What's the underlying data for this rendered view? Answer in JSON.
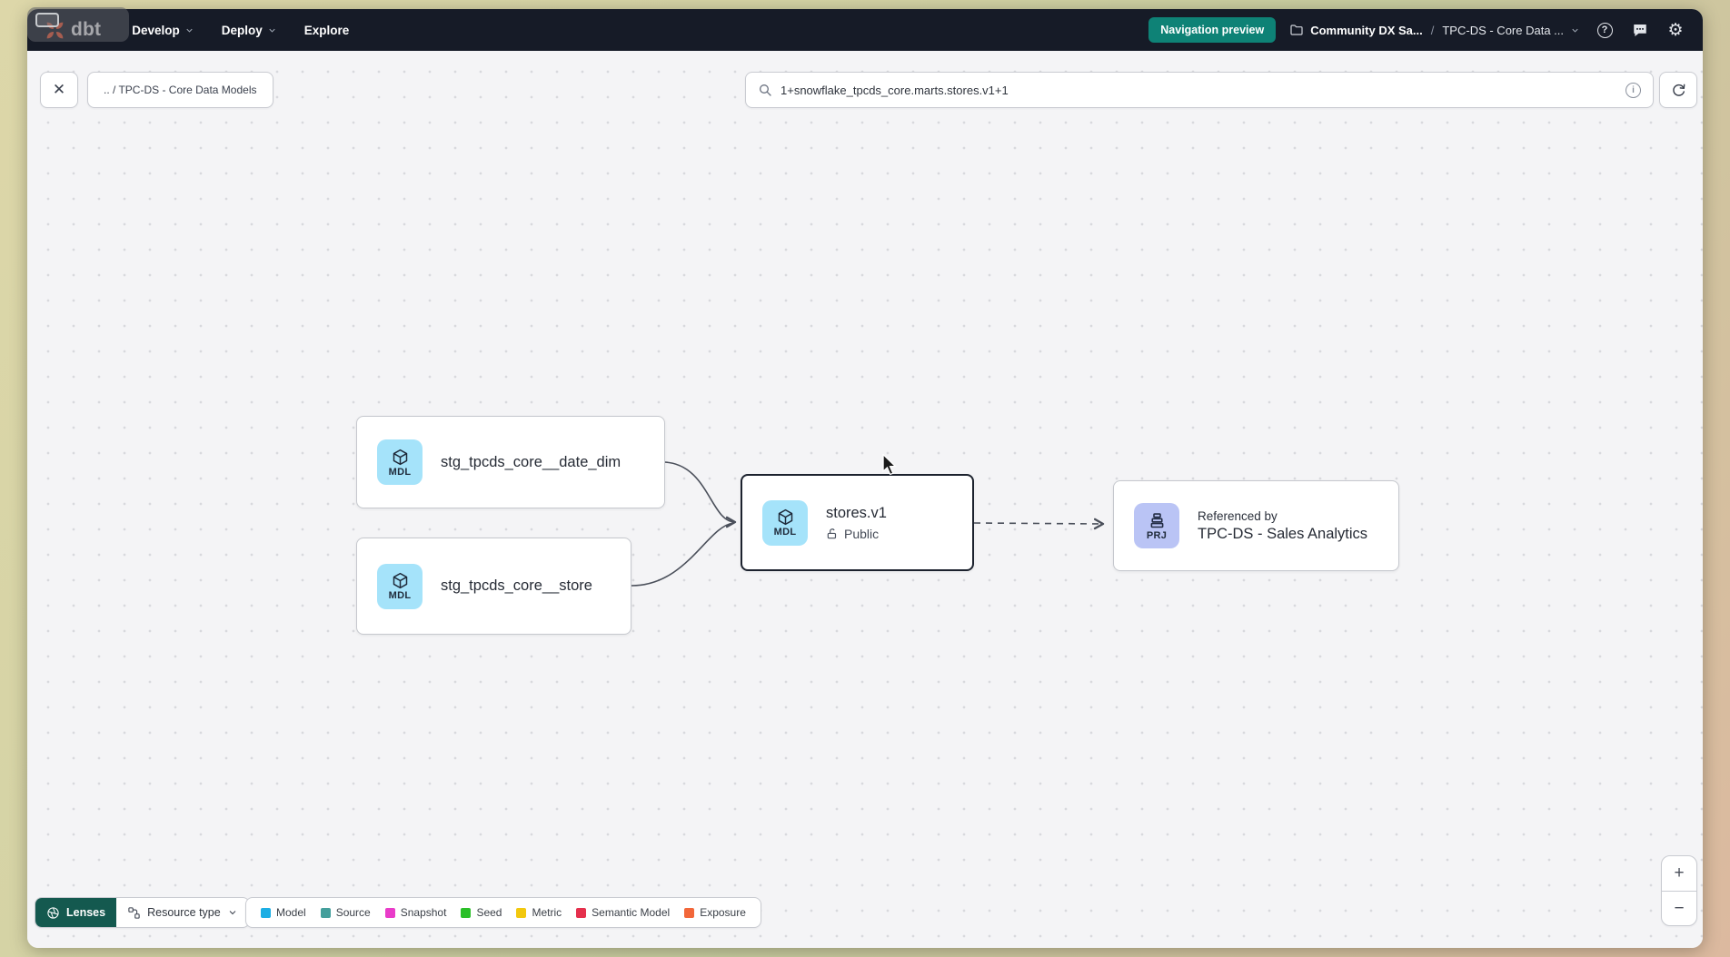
{
  "navbar": {
    "brand": "dbt",
    "menu_items": [
      "Develop",
      "Deploy",
      "Explore"
    ],
    "preview_badge": "Navigation preview",
    "account_name": "Community DX Sa...",
    "breadcrumb_separator": "/",
    "project_name": "TPC-DS - Core Data ..."
  },
  "toolbar": {
    "close_glyph": "✕",
    "path_chip": ".. / TPC-DS - Core Data Models",
    "search_value": "1+snowflake_tpcds_core.marts.stores.v1+1",
    "info_glyph": "i"
  },
  "graph": {
    "nodes": {
      "date_dim": {
        "badge": "MDL",
        "label": "stg_tpcds_core__date_dim"
      },
      "store": {
        "badge": "MDL",
        "label": "stg_tpcds_core__store"
      },
      "stores_v1": {
        "badge": "MDL",
        "label": "stores.v1",
        "access": "Public",
        "selected": true
      },
      "sales_analytics": {
        "badge": "PRJ",
        "label": "Referenced by",
        "project": "TPC-DS - Sales Analytics"
      }
    }
  },
  "footer": {
    "lenses_label": "Lenses",
    "resource_type_label": "Resource type",
    "legend": [
      {
        "label": "Model",
        "color": "#1caee4"
      },
      {
        "label": "Source",
        "color": "#449f9c"
      },
      {
        "label": "Snapshot",
        "color": "#e93cc9"
      },
      {
        "label": "Seed",
        "color": "#2abf28"
      },
      {
        "label": "Metric",
        "color": "#f2c80e"
      },
      {
        "label": "Semantic Model",
        "color": "#e5304d"
      },
      {
        "label": "Exposure",
        "color": "#f2673a"
      }
    ]
  },
  "zoom_controls": {
    "zoom_in": "+",
    "zoom_out": "−"
  },
  "colors": {
    "navbar_bg": "#161b27",
    "brand_orange": "#ff5c35",
    "preview_badge_bg": "#0e8276",
    "canvas_bg": "#f4f4f6",
    "mdl_icon_bg": "#a5e3fa",
    "prj_icon_bg": "#bac4f5",
    "selected_border": "#1c222e",
    "lenses_bg": "#14594f",
    "edge_color": "#4a4f5a"
  }
}
